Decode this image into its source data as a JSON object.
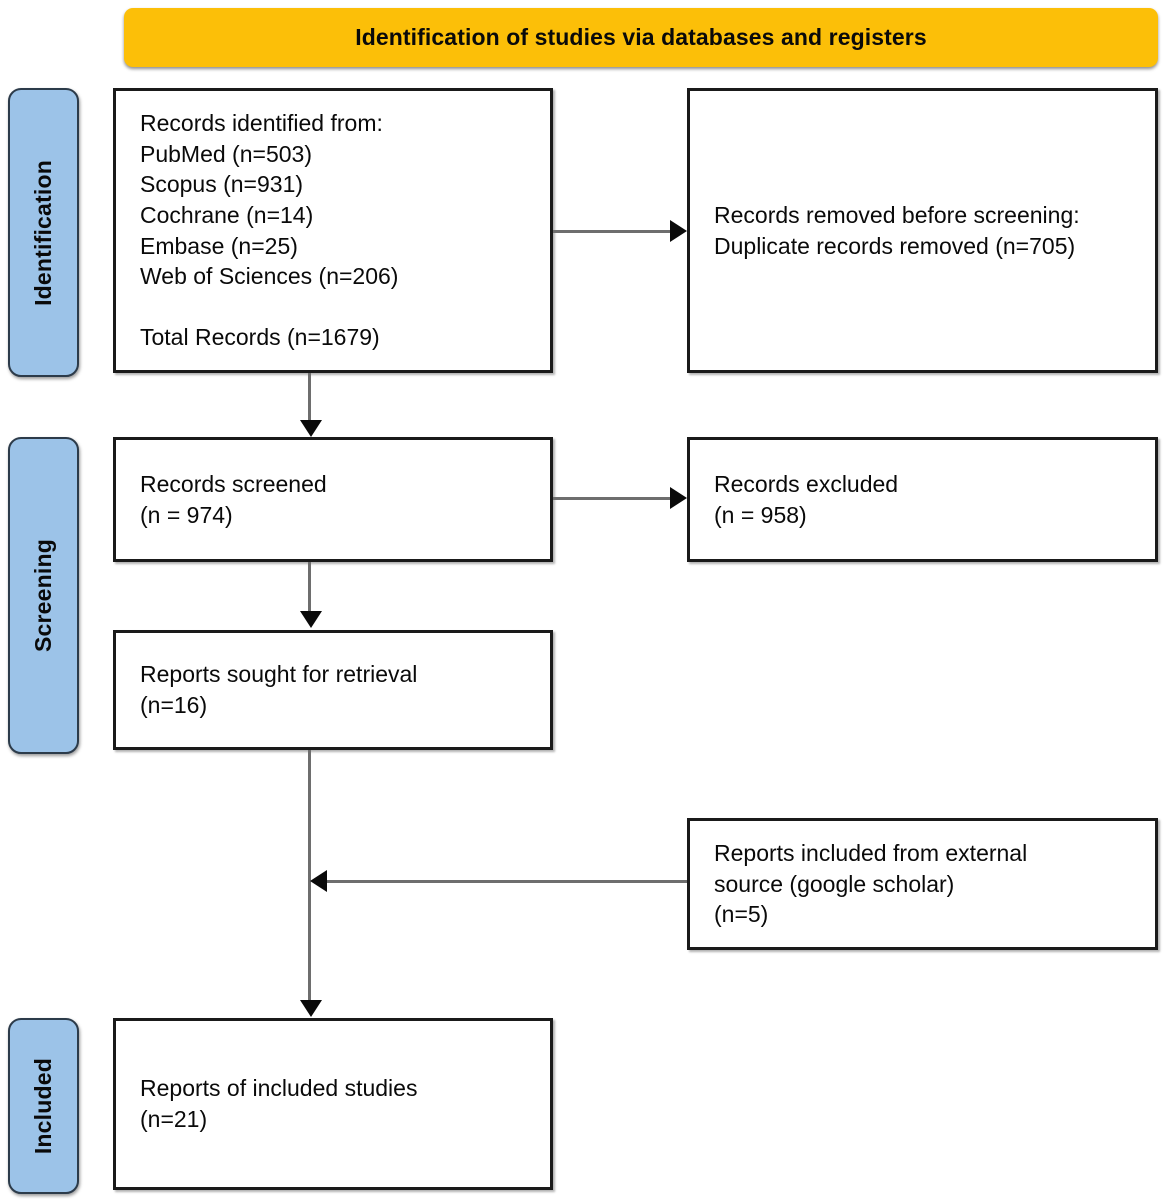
{
  "banner": {
    "title": "Identification of studies via databases and registers",
    "color": "#FCBF08"
  },
  "stages": {
    "identification": "Identification",
    "screening": "Screening",
    "included": "Included",
    "color": "#9CC3E8"
  },
  "boxes": {
    "identified": {
      "text": "Records identified from:\nPubMed (n=503)\nScopus (n=931)\nCochrane (n=14)\nEmbase (n=25)\nWeb of Sciences (n=206)\n\nTotal Records (n=1679)"
    },
    "removed": {
      "text": "Records removed before screening:\nDuplicate records removed (n=705)"
    },
    "screened": {
      "text": "Records screened\n(n = 974)"
    },
    "excluded": {
      "text": "Records excluded\n(n = 958)"
    },
    "sought": {
      "text": "Reports sought for retrieval\n(n=16)"
    },
    "external": {
      "text": "Reports included from external\nsource (google scholar)\n(n=5)"
    },
    "included": {
      "text": "Reports of included studies\n(n=21)"
    }
  },
  "chart_data": {
    "type": "diagram",
    "title": "Identification of studies via databases and registers",
    "diagram_kind": "PRISMA flow diagram",
    "stages": [
      "Identification",
      "Screening",
      "Included"
    ],
    "nodes": [
      {
        "id": "identified",
        "stage": "Identification",
        "label": "Records identified from",
        "sources": [
          {
            "name": "PubMed",
            "n": 503
          },
          {
            "name": "Scopus",
            "n": 931
          },
          {
            "name": "Cochrane",
            "n": 14
          },
          {
            "name": "Embase",
            "n": 25
          },
          {
            "name": "Web of Sciences",
            "n": 206
          }
        ],
        "total_label": "Total Records",
        "total_n": 1679
      },
      {
        "id": "removed",
        "stage": "Identification",
        "label": "Records removed before screening: Duplicate records removed",
        "n": 705
      },
      {
        "id": "screened",
        "stage": "Screening",
        "label": "Records screened",
        "n": 974
      },
      {
        "id": "excluded",
        "stage": "Screening",
        "label": "Records excluded",
        "n": 958
      },
      {
        "id": "sought",
        "stage": "Screening",
        "label": "Reports sought for retrieval",
        "n": 16
      },
      {
        "id": "external",
        "stage": "Screening",
        "label": "Reports included from external source (google scholar)",
        "n": 5
      },
      {
        "id": "included",
        "stage": "Included",
        "label": "Reports of included studies",
        "n": 21
      }
    ],
    "edges": [
      {
        "from": "identified",
        "to": "removed",
        "direction": "right"
      },
      {
        "from": "identified",
        "to": "screened",
        "direction": "down"
      },
      {
        "from": "screened",
        "to": "excluded",
        "direction": "right"
      },
      {
        "from": "screened",
        "to": "sought",
        "direction": "down"
      },
      {
        "from": "external",
        "to": "included",
        "direction": "left"
      },
      {
        "from": "sought",
        "to": "included",
        "direction": "down"
      }
    ]
  }
}
